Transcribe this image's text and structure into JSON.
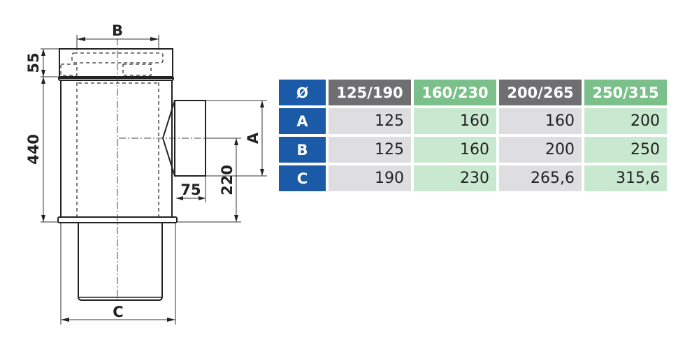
{
  "diagram": {
    "labels": {
      "B": "B",
      "A": "A",
      "C": "C",
      "height_top": "55",
      "height_main": "440",
      "branch_height": "220",
      "branch_length": "75"
    }
  },
  "table": {
    "corner": "Ø",
    "columns": [
      "125/190",
      "160/230",
      "200/265",
      "250/315"
    ],
    "rows": [
      {
        "label": "A",
        "values": [
          "125",
          "160",
          "160",
          "200"
        ]
      },
      {
        "label": "B",
        "values": [
          "125",
          "160",
          "200",
          "250"
        ]
      },
      {
        "label": "C",
        "values": [
          "190",
          "230",
          "265,6",
          "315,6"
        ]
      }
    ],
    "colors": {
      "corner_blue": "#1a5aa6",
      "header_gray": "#6f6f72",
      "header_green": "#7bc08b",
      "cell_gray": "#dedee0",
      "cell_green": "#c9e8d0"
    }
  }
}
